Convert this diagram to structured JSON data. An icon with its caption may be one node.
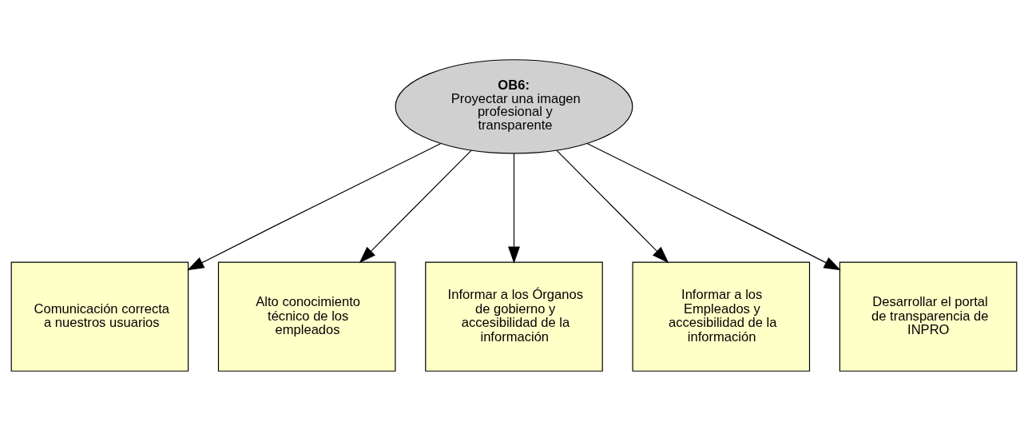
{
  "diagram": {
    "nodes": [
      {
        "text": [
          "OB6:",
          "Proyectar una imagen profesional y transparente"
        ]
      },
      {
        "text": [
          "Comunicación correcta a nuestros usuarios"
        ]
      },
      {
        "text": [
          "Alto conocimiento técnico de los empleados"
        ]
      },
      {
        "text": [
          "Informar a los Órganos de gobierno y accesibilidad de la información"
        ]
      },
      {
        "text": [
          "Informar a los Empleados y accesibilidad de la información"
        ]
      },
      {
        "text": [
          "Desarrollar el portal de transparencia de INPRO"
        ]
      }
    ],
    "edges": [
      {
        "from": 0,
        "to": 1,
        "arrow": "to"
      },
      {
        "from": 0,
        "to": 2,
        "arrow": "to"
      },
      {
        "from": 0,
        "to": 3,
        "arrow": "to"
      },
      {
        "from": 0,
        "to": 4,
        "arrow": "to"
      },
      {
        "from": 0,
        "to": 5,
        "arrow": "to"
      }
    ]
  }
}
